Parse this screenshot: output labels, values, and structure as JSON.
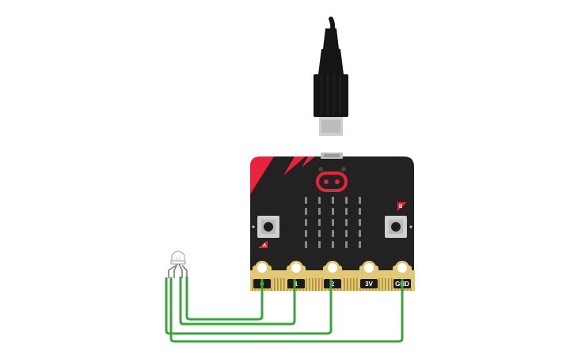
{
  "colors": {
    "board": "#222222",
    "accent": "#e8233c",
    "gold": "#e3c877",
    "gold_dark": "#c9a94a",
    "wire": "#3aa63a",
    "led": "#7a7a7a",
    "cable": "#151515"
  },
  "board": {
    "name": "micro:bit",
    "pins": [
      {
        "id": "pin-0",
        "label": "0"
      },
      {
        "id": "pin-1",
        "label": "1"
      },
      {
        "id": "pin-2",
        "label": "2"
      },
      {
        "id": "pin-3v",
        "label": "3V"
      },
      {
        "id": "pin-gnd",
        "label": "GND"
      }
    ],
    "button_a": {
      "label": "A"
    },
    "button_b": {
      "label": "B"
    },
    "led_matrix": {
      "rows": 5,
      "cols": 5
    }
  },
  "usb_cable": {
    "name": "micro-usb-cable"
  },
  "rgb_led": {
    "name": "rgb-led",
    "leads": 4
  },
  "wires": [
    {
      "from": "rgb-led",
      "to": "pin-0"
    },
    {
      "from": "rgb-led",
      "to": "pin-1"
    },
    {
      "from": "rgb-led",
      "to": "pin-2"
    },
    {
      "from": "rgb-led",
      "to": "pin-gnd"
    }
  ]
}
